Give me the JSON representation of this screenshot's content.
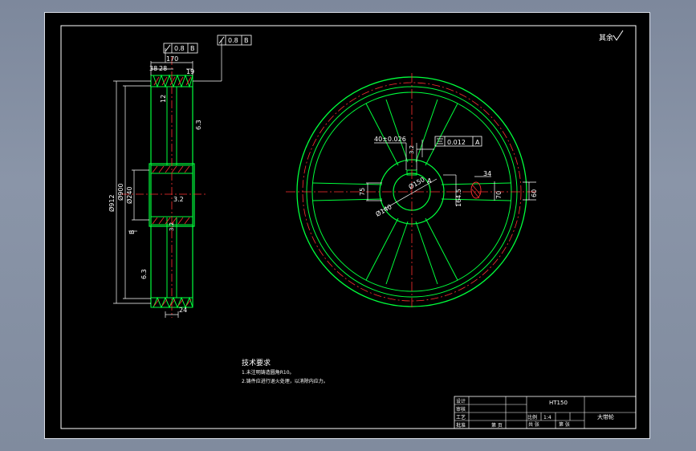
{
  "drawing": {
    "roughness_symbol": "其余",
    "side_view": {
      "runout_1": "0.8",
      "runout_1_datum": "B",
      "runout_2": "0.8",
      "runout_2_datum": "B",
      "dim_170": "170",
      "dim_38": "38",
      "dim_28": "28",
      "dim_19": "19",
      "dim_12": "12",
      "roughness_3_2_a": "3.2",
      "roughness_3_2_b": "3.2",
      "roughness_6_3_a": "6.3",
      "roughness_6_3_b": "6.3",
      "dim_912": "Ø912",
      "dim_900": "Ø900",
      "dim_240": "Ø240",
      "datum_b": "B",
      "dim_24": "24"
    },
    "front_view": {
      "keyway_width": "40±0.026",
      "keyway_rough": "3.2",
      "symmetry_tol": "0.012",
      "symmetry_datum": "A",
      "hole_dia": "Ø150",
      "datum_a": "A",
      "dim_140": "Ø140",
      "dim_75": "75",
      "dim_1645": "164.5",
      "dim_34": "34",
      "dim_70": "70",
      "dim_60": "60"
    },
    "tech_req": {
      "title": "技术要求",
      "line1": "1.未注明铸造圆角R10。",
      "line2": "2.铸件应进行退火处理，以消除内应力。"
    },
    "title_block": {
      "designer": "设计",
      "checker": "审核",
      "craft": "工艺",
      "approve": "批准",
      "material": "HT150",
      "scale_label": "比例",
      "scale_value": "1:4",
      "part_name": "大带轮",
      "sheet_total": "共 张",
      "sheet_no": "第 张",
      "bottom_cell": "第 页"
    }
  }
}
